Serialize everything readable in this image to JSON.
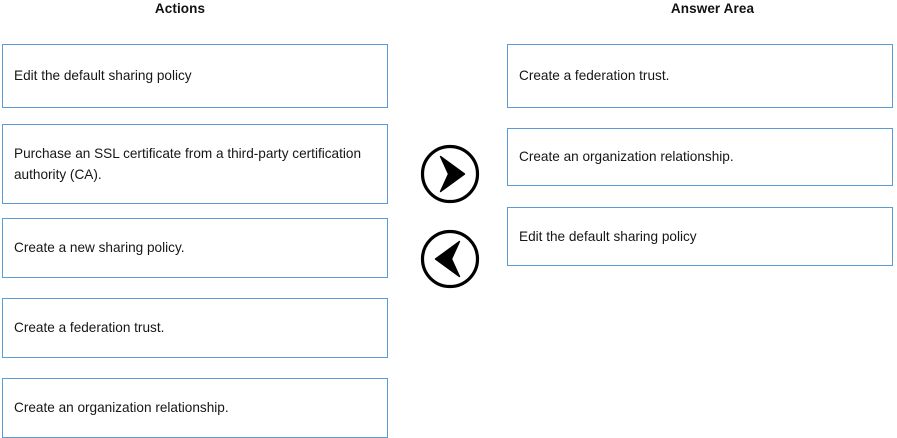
{
  "headings": {
    "actions": "Actions",
    "answer_area": "Answer Area"
  },
  "colors": {
    "box_border": "#5B9BD5",
    "box_background": "#FFFFFF",
    "text": "#161616",
    "arrow_stroke": "#000000",
    "page_background": "#FFFFFF"
  },
  "actions": {
    "title": "Actions",
    "items": [
      {
        "label": "Edit the default sharing policy"
      },
      {
        "label": "Purchase an SSL certificate from a third-party certification authority (CA)."
      },
      {
        "label": "Create a new sharing policy."
      },
      {
        "label": "Create a federation trust."
      },
      {
        "label": "Create an organization relationship."
      }
    ]
  },
  "answer_area": {
    "title": "Answer Area",
    "items": [
      {
        "label": "Create a federation trust."
      },
      {
        "label": "Create an organization relationship."
      },
      {
        "label": "Edit the default sharing policy"
      }
    ]
  },
  "controls": {
    "move_right": {
      "icon": "chevron-right-circle-icon",
      "label": ""
    },
    "move_left": {
      "icon": "chevron-left-circle-icon",
      "label": ""
    }
  }
}
